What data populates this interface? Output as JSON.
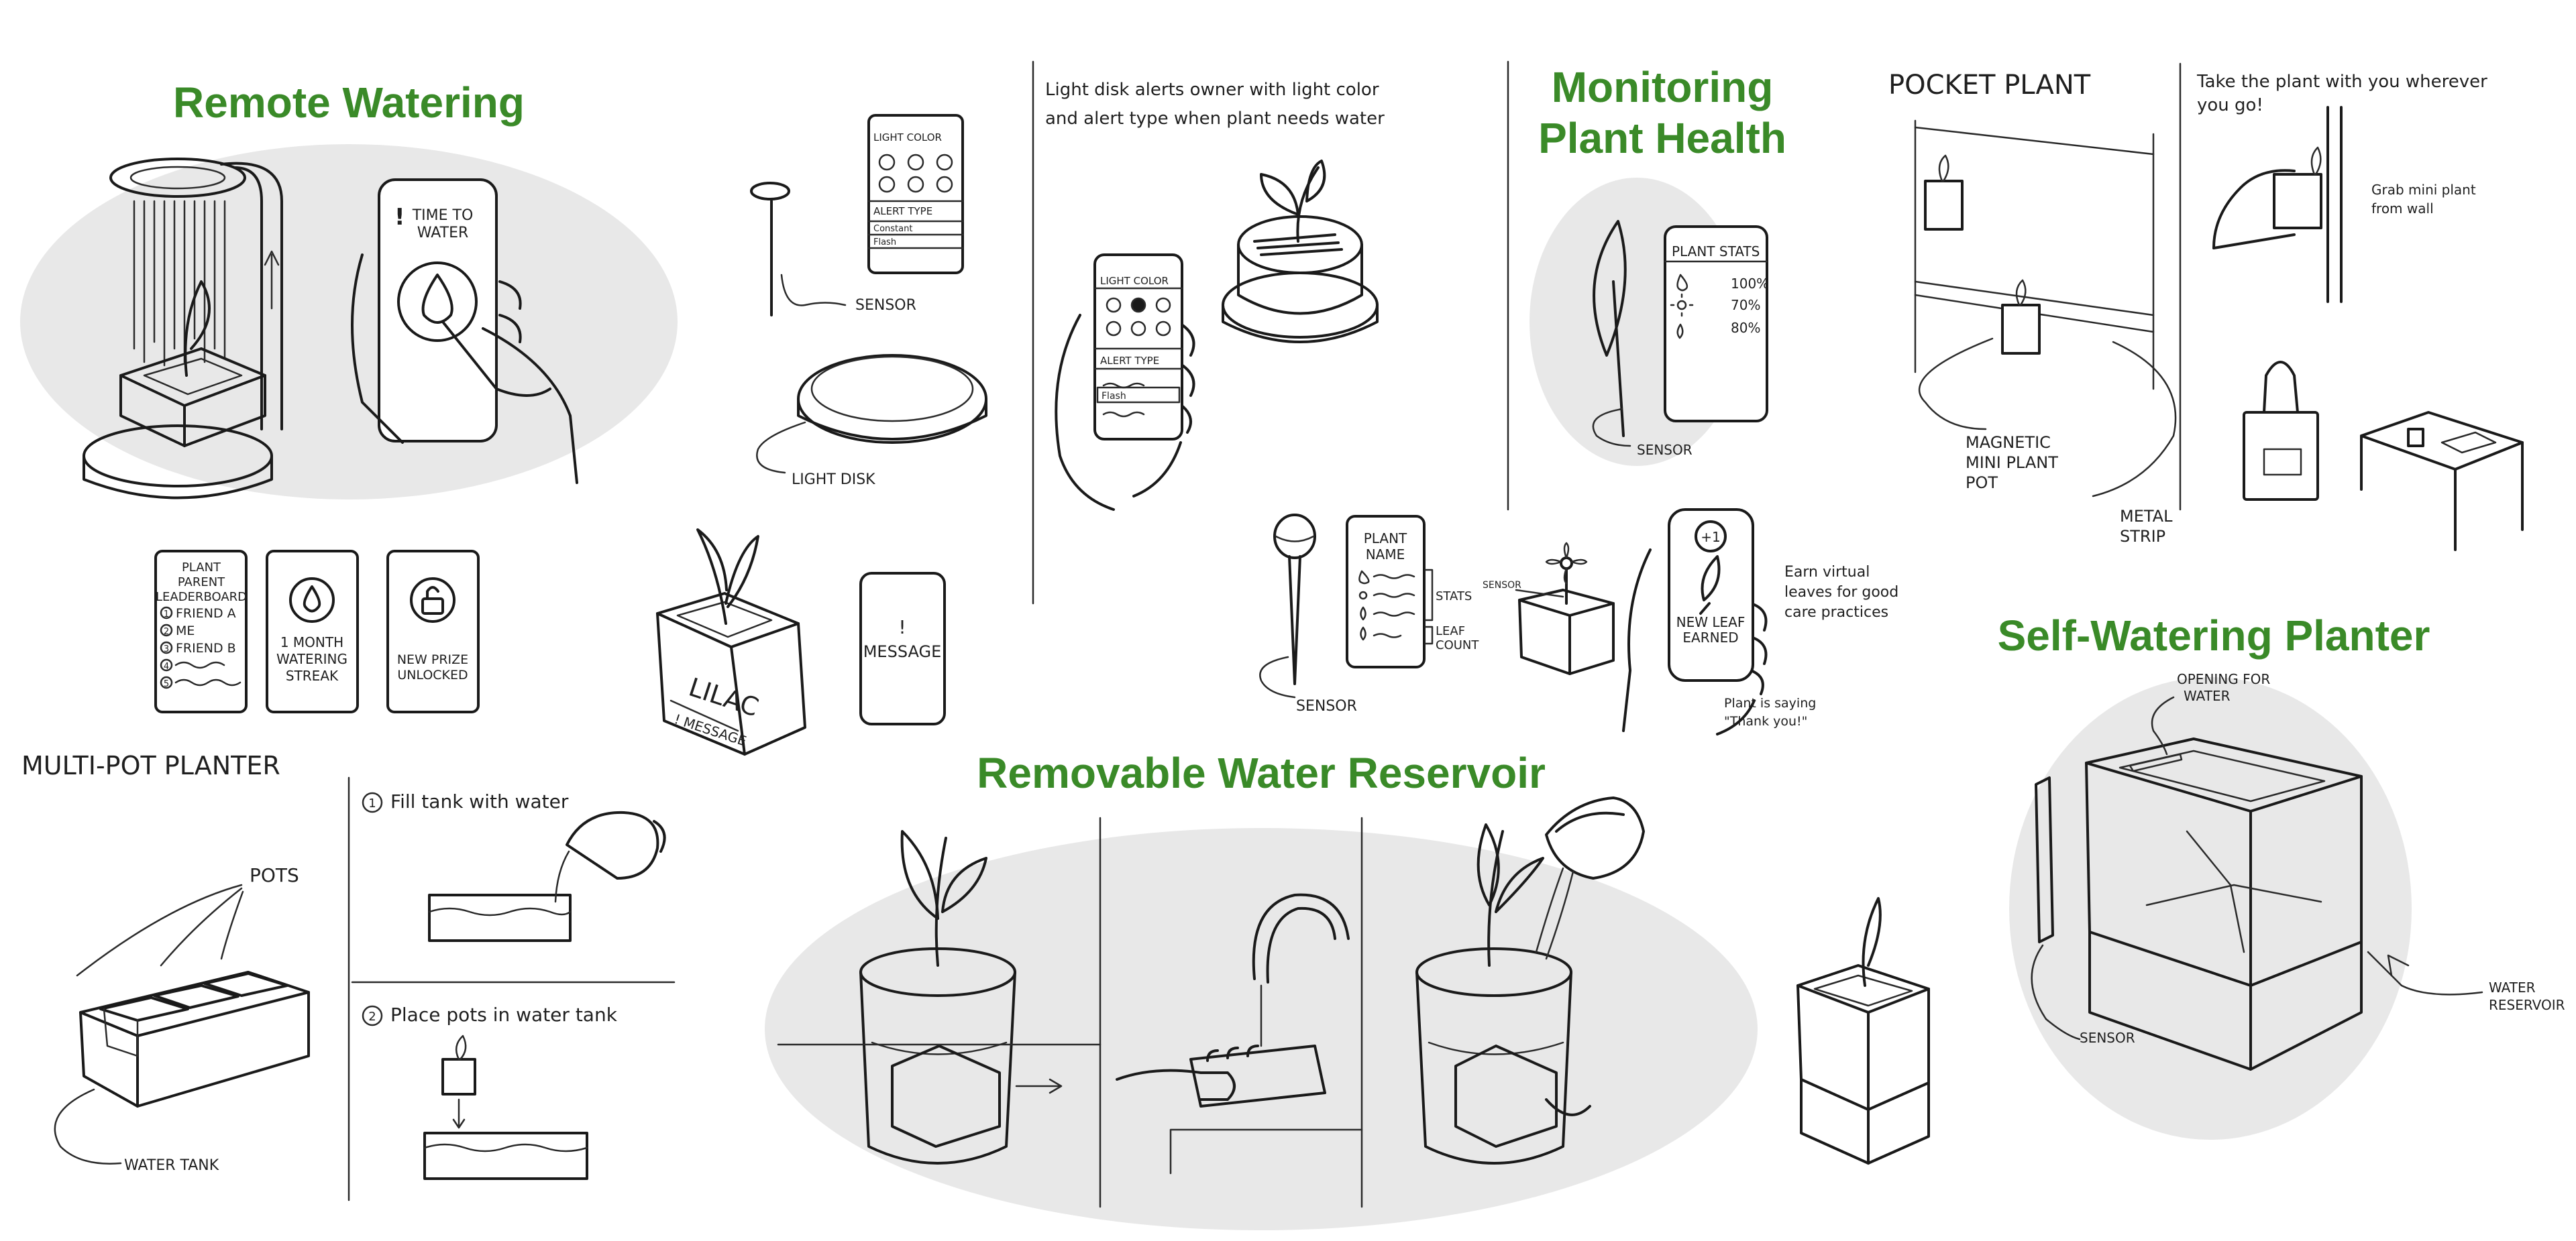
{
  "colors": {
    "heading": "#3a8a28",
    "blob": "#e8e8e8",
    "ink": "#1a1a1a"
  },
  "headings": {
    "remote_watering": "Remote Watering",
    "monitoring_1": "Monitoring",
    "monitoring_2": "Plant Health",
    "self_watering": "Self-Watering Planter",
    "removable": "Removable Water Reservoir"
  },
  "remote": {
    "phone_line1": "TIME TO",
    "phone_line2": "WATER",
    "phone_alert": "!",
    "leaderboard": [
      "PLANT",
      "PARENT",
      "LEADERBOARD"
    ],
    "friends": [
      "FRIEND A",
      "ME",
      "FRIEND B"
    ],
    "ranks": [
      "1",
      "2",
      "3",
      "4",
      "5"
    ],
    "streak": [
      "1 MONTH",
      "WATERING",
      "STREAK"
    ],
    "prize": [
      "NEW PRIZE",
      "UNLOCKED"
    ]
  },
  "sensor_panel": {
    "light_color": "LIGHT COLOR",
    "alert_type": "ALERT TYPE",
    "constant": "Constant",
    "flash": "Flash",
    "sensor_label": "SENSOR",
    "light_disk_label": "LIGHT DISK"
  },
  "light_disk_note": [
    "Light disk alerts owner with light color",
    "and alert type when plant needs water"
  ],
  "lilac": {
    "name": "LILAC",
    "box_message": "! MESSAGE",
    "card_alert": "!",
    "card_message": "MESSAGE"
  },
  "health": {
    "title": "PLANT STATS",
    "stats": [
      "100%",
      "70%",
      "80%"
    ],
    "sensor_label": "SENSOR"
  },
  "plant_name": {
    "name_1": "PLANT",
    "name_2": "NAME",
    "stats": "STATS",
    "leaf_1": "LEAF",
    "leaf_2": "COUNT",
    "sensor_label": "SENSOR",
    "sensor_small": "SENSOR",
    "plus": "+1",
    "new_leaf_1": "NEW LEAF",
    "new_leaf_2": "EARNED",
    "earn_note": [
      "Earn virtual",
      "leaves for good",
      "care practices"
    ],
    "thank_note": [
      "Plant is saying",
      "\"Thank you!\""
    ]
  },
  "pocket": {
    "title": "POCKET PLANT",
    "note": [
      "Take the plant with you wherever",
      "you go!"
    ],
    "grab_note": [
      "Grab mini plant",
      "from wall"
    ],
    "magnetic": [
      "MAGNETIC",
      "MINI PLANT",
      "POT"
    ],
    "metal": [
      "METAL",
      "STRIP"
    ]
  },
  "self_watering": {
    "opening": [
      "OPENING FOR",
      "WATER"
    ],
    "water_reservoir": [
      "WATER",
      "RESERVOIR"
    ],
    "sensor_label": "SENSOR"
  },
  "multi_pot": {
    "title": "MULTI-POT PLANTER",
    "pots": "POTS",
    "water_tank": "WATER TANK",
    "step1_num": "1",
    "step1": "Fill tank with water",
    "step2_num": "2",
    "step2": "Place pots in water tank"
  }
}
